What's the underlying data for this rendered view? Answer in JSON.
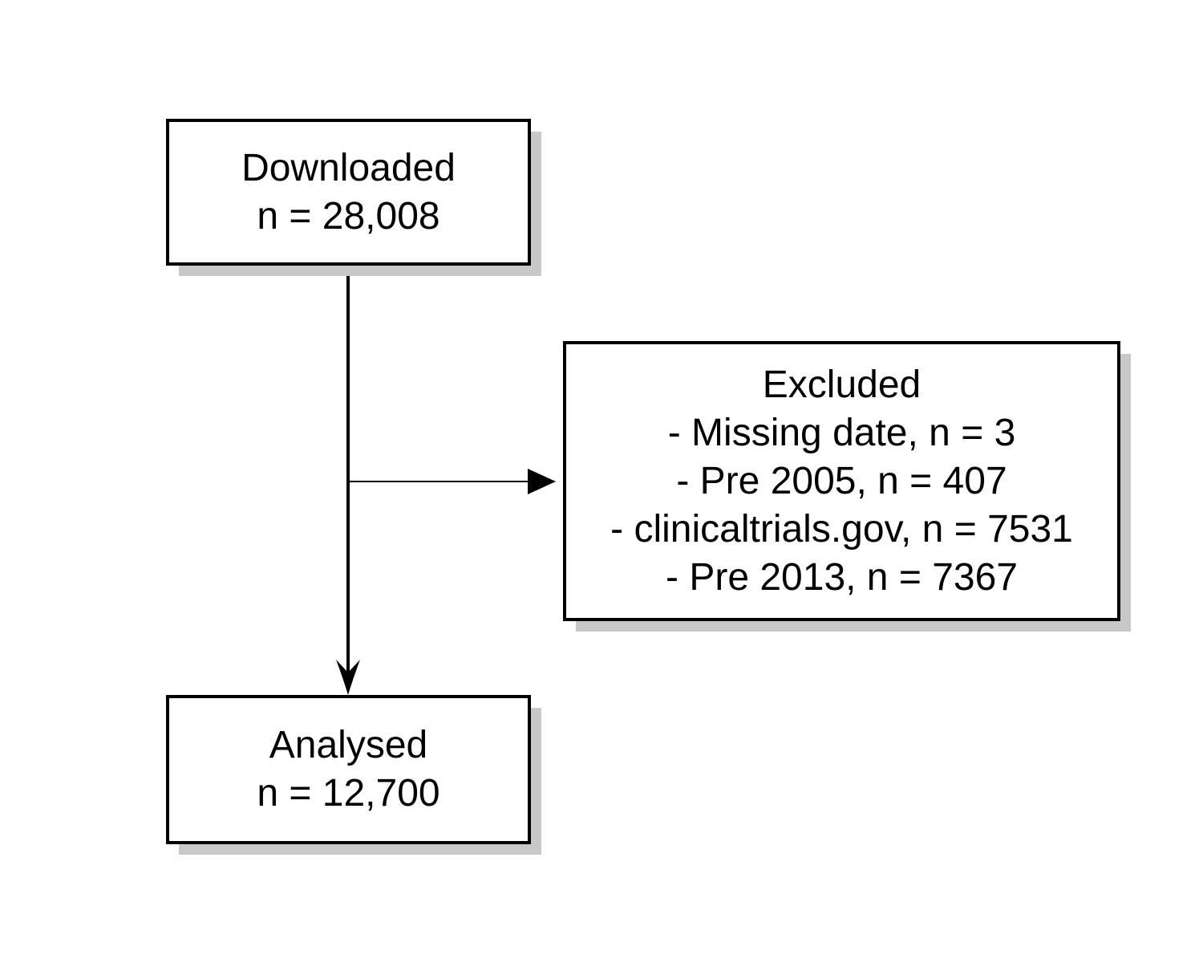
{
  "diagram": {
    "nodes": {
      "downloaded": {
        "title": "Downloaded",
        "count": "n = 28,008"
      },
      "excluded": {
        "title": "Excluded",
        "reasons": [
          "- Missing date, n = 3",
          "- Pre 2005, n = 407",
          "- clinicaltrials.gov, n = 7531",
          "- Pre 2013, n = 7367"
        ]
      },
      "analysed": {
        "title": "Analysed",
        "count": "n = 12,700"
      }
    },
    "edges": [
      {
        "from": "downloaded",
        "to": "analysed"
      },
      {
        "from": "downloaded",
        "to": "excluded"
      }
    ],
    "colors": {
      "border": "#000000",
      "shadow": "#c8c8c8",
      "background": "#ffffff"
    }
  }
}
